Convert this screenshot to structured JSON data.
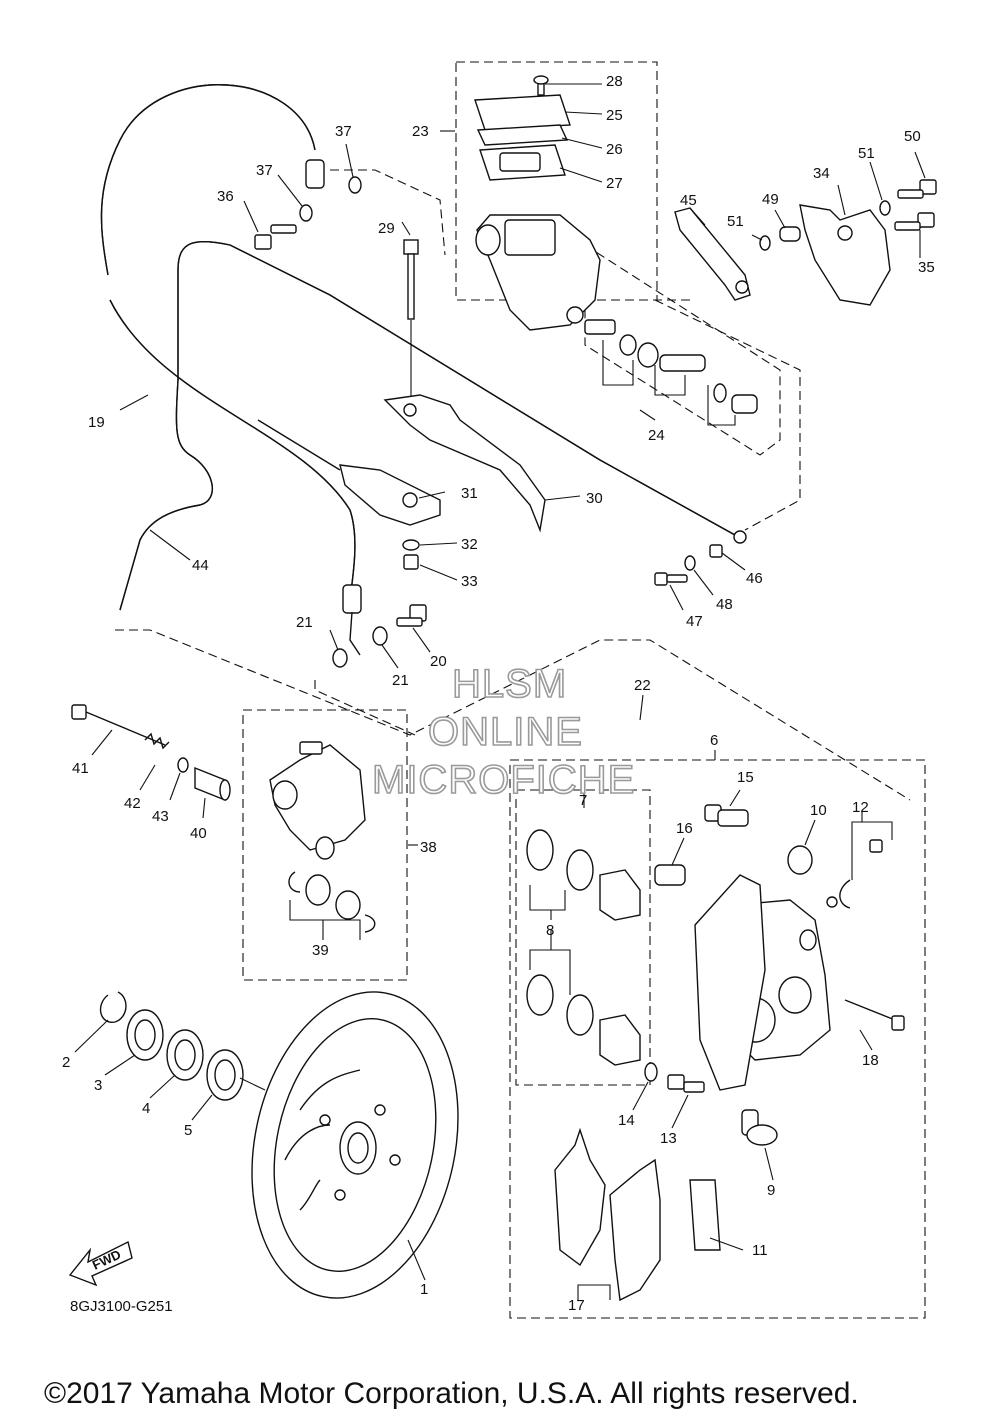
{
  "diagram_code": "8GJ3100-G251",
  "copyright": "©2017 Yamaha Motor Corporation, U.S.A. All rights reserved.",
  "watermark": [
    "HLSM",
    "ONLINE",
    "MICROFICHE"
  ],
  "direction_arrow": "FWD",
  "labels": {
    "p1": "1",
    "p2": "2",
    "p3": "3",
    "p4": "4",
    "p5": "5",
    "p6": "6",
    "p7": "7",
    "p8": "8",
    "p9": "9",
    "p10": "10",
    "p11": "11",
    "p12": "12",
    "p13": "13",
    "p14": "14",
    "p15": "15",
    "p16": "16",
    "p17": "17",
    "p18": "18",
    "p19": "19",
    "p20": "20",
    "p21a": "21",
    "p21b": "21",
    "p22": "22",
    "p23": "23",
    "p24": "24",
    "p25": "25",
    "p26": "26",
    "p27": "27",
    "p28": "28",
    "p29": "29",
    "p30": "30",
    "p31": "31",
    "p32": "32",
    "p33": "33",
    "p34": "34",
    "p35": "35",
    "p36": "36",
    "p37a": "37",
    "p37b": "37",
    "p38": "38",
    "p39": "39",
    "p40": "40",
    "p41": "41",
    "p42": "42",
    "p43": "43",
    "p44": "44",
    "p45": "45",
    "p46": "46",
    "p47": "47",
    "p48": "48",
    "p49": "49",
    "p50": "50",
    "p51a": "51",
    "p51b": "51"
  }
}
